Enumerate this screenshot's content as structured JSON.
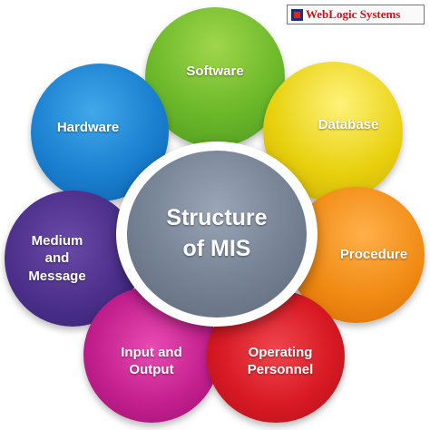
{
  "watermark": {
    "text": "WebLogic Systems"
  },
  "center": {
    "label": "Structure\nof MIS"
  },
  "petals": {
    "software": "Software",
    "database": "Database",
    "procedure": "Procedure",
    "operating_personnel": "Operating\nPersonnel",
    "input_output": "Input and\nOutput",
    "medium_message": "Medium\nand\nMessage",
    "hardware": "Hardware"
  },
  "colors": {
    "software": "#6cb82a",
    "database": "#e8d10e",
    "procedure": "#f08a12",
    "operating_personnel": "#d81a24",
    "input_output": "#c3208e",
    "medium_message": "#4b2f8a",
    "hardware": "#1a7fcf",
    "center": "#7a8799"
  }
}
